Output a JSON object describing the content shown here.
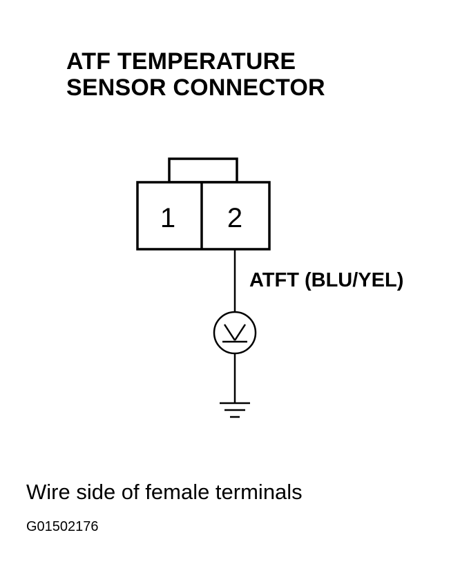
{
  "title": {
    "line1": "ATF TEMPERATURE",
    "line2": "SENSOR CONNECTOR"
  },
  "connector": {
    "pin1": "1",
    "pin2": "2"
  },
  "wire": {
    "label": "ATFT (BLU/YEL)"
  },
  "meter": {
    "icon": "voltmeter-icon"
  },
  "ground": {
    "icon": "ground-icon"
  },
  "caption": "Wire side of female terminals",
  "figure_id": "G01502176"
}
